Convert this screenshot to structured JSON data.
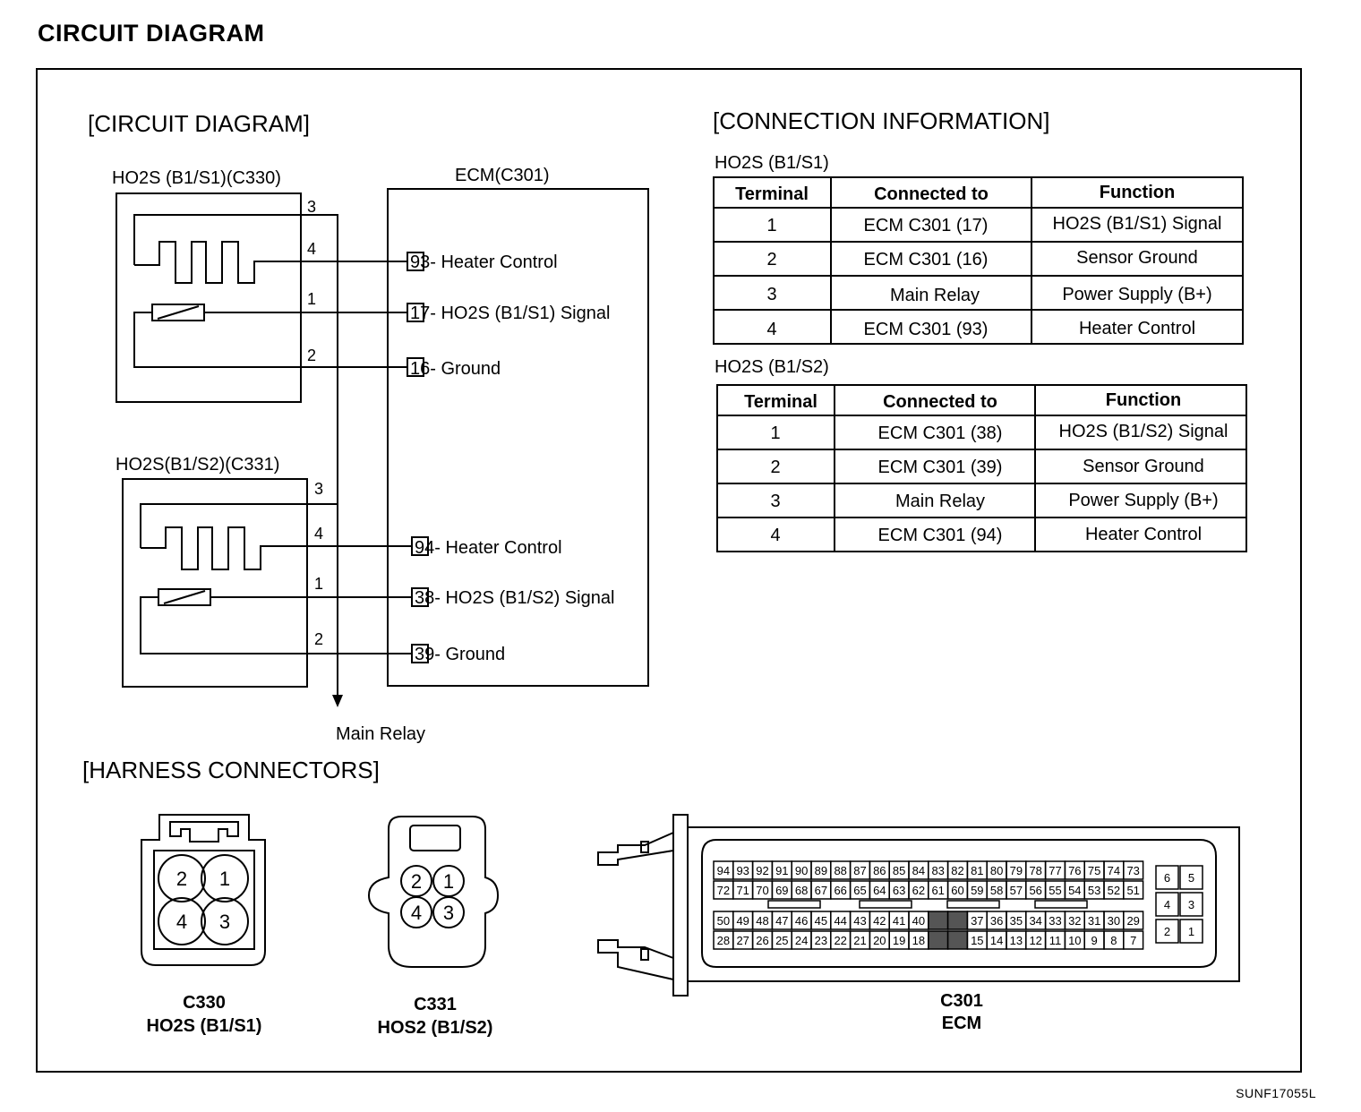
{
  "page_title": "CIRCUIT DIAGRAM",
  "image_code": "SUNF17055L",
  "circuit": {
    "heading": "[CIRCUIT DIAGRAM]",
    "s1_label": "HO2S (B1/S1)(C330)",
    "s2_label": "HO2S(B1/S2)(C331)",
    "ecm_label": "ECM(C301)",
    "main_relay": "Main Relay",
    "s1_pins": [
      "3",
      "4",
      "1",
      "2"
    ],
    "s2_pins": [
      "3",
      "4",
      "1",
      "2"
    ],
    "ecm_s1": [
      {
        "num": "93",
        "text": "- Heater Control"
      },
      {
        "num": "17",
        "text": "- HO2S (B1/S1) Signal"
      },
      {
        "num": "16",
        "text": "- Ground"
      }
    ],
    "ecm_s2": [
      {
        "num": "94",
        "text": "- Heater Control"
      },
      {
        "num": "38",
        "text": "- HO2S (B1/S2) Signal"
      },
      {
        "num": "39",
        "text": "- Ground"
      }
    ]
  },
  "connection": {
    "heading": "[CONNECTION INFORMATION]",
    "headers": [
      "Terminal",
      "Connected to",
      "Function"
    ],
    "tables": [
      {
        "title": "HO2S (B1/S1)",
        "rows": [
          [
            "1",
            "ECM C301 (17)",
            "HO2S (B1/S1) Signal"
          ],
          [
            "2",
            "ECM C301 (16)",
            "Sensor Ground"
          ],
          [
            "3",
            "Main Relay",
            "Power Supply (B+)"
          ],
          [
            "4",
            "ECM C301 (93)",
            "Heater Control"
          ]
        ]
      },
      {
        "title": "HO2S (B1/S2)",
        "rows": [
          [
            "1",
            "ECM C301 (38)",
            "HO2S (B1/S2) Signal"
          ],
          [
            "2",
            "ECM C301 (39)",
            "Sensor Ground"
          ],
          [
            "3",
            "Main Relay",
            "Power Supply (B+)"
          ],
          [
            "4",
            "ECM C301 (94)",
            "Heater Control"
          ]
        ]
      }
    ]
  },
  "harness": {
    "heading": "[HARNESS CONNECTORS]",
    "c330": {
      "pins": [
        "2",
        "1",
        "4",
        "3"
      ],
      "name": "C330",
      "desc": "HO2S (B1/S1)"
    },
    "c331": {
      "pins": [
        "2",
        "1",
        "4",
        "3"
      ],
      "name": "C331",
      "desc": "HOS2 (B1/S2)"
    },
    "c301": {
      "name": "C301",
      "desc": "ECM",
      "rows": [
        [
          "94",
          "93",
          "92",
          "91",
          "90",
          "89",
          "88",
          "87",
          "86",
          "85",
          "84",
          "83",
          "82",
          "81",
          "80",
          "79",
          "78",
          "77",
          "76",
          "75",
          "74",
          "73"
        ],
        [
          "72",
          "71",
          "70",
          "69",
          "68",
          "67",
          "66",
          "65",
          "64",
          "63",
          "62",
          "61",
          "60",
          "59",
          "58",
          "57",
          "56",
          "55",
          "54",
          "53",
          "52",
          "51"
        ],
        [
          "50",
          "49",
          "48",
          "47",
          "46",
          "45",
          "44",
          "43",
          "42",
          "41",
          "40",
          "",
          "",
          "37",
          "36",
          "35",
          "34",
          "33",
          "32",
          "31",
          "30",
          "29"
        ],
        [
          "28",
          "27",
          "26",
          "25",
          "24",
          "23",
          "22",
          "21",
          "20",
          "19",
          "18",
          "",
          "",
          "15",
          "14",
          "13",
          "12",
          "11",
          "10",
          "9",
          "8",
          "7"
        ]
      ],
      "side": [
        "6",
        "5",
        "4",
        "3",
        "2",
        "1"
      ]
    }
  },
  "colors": {
    "ink": "#000000",
    "paper": "#ffffff",
    "shaded_pin": "#555555"
  }
}
